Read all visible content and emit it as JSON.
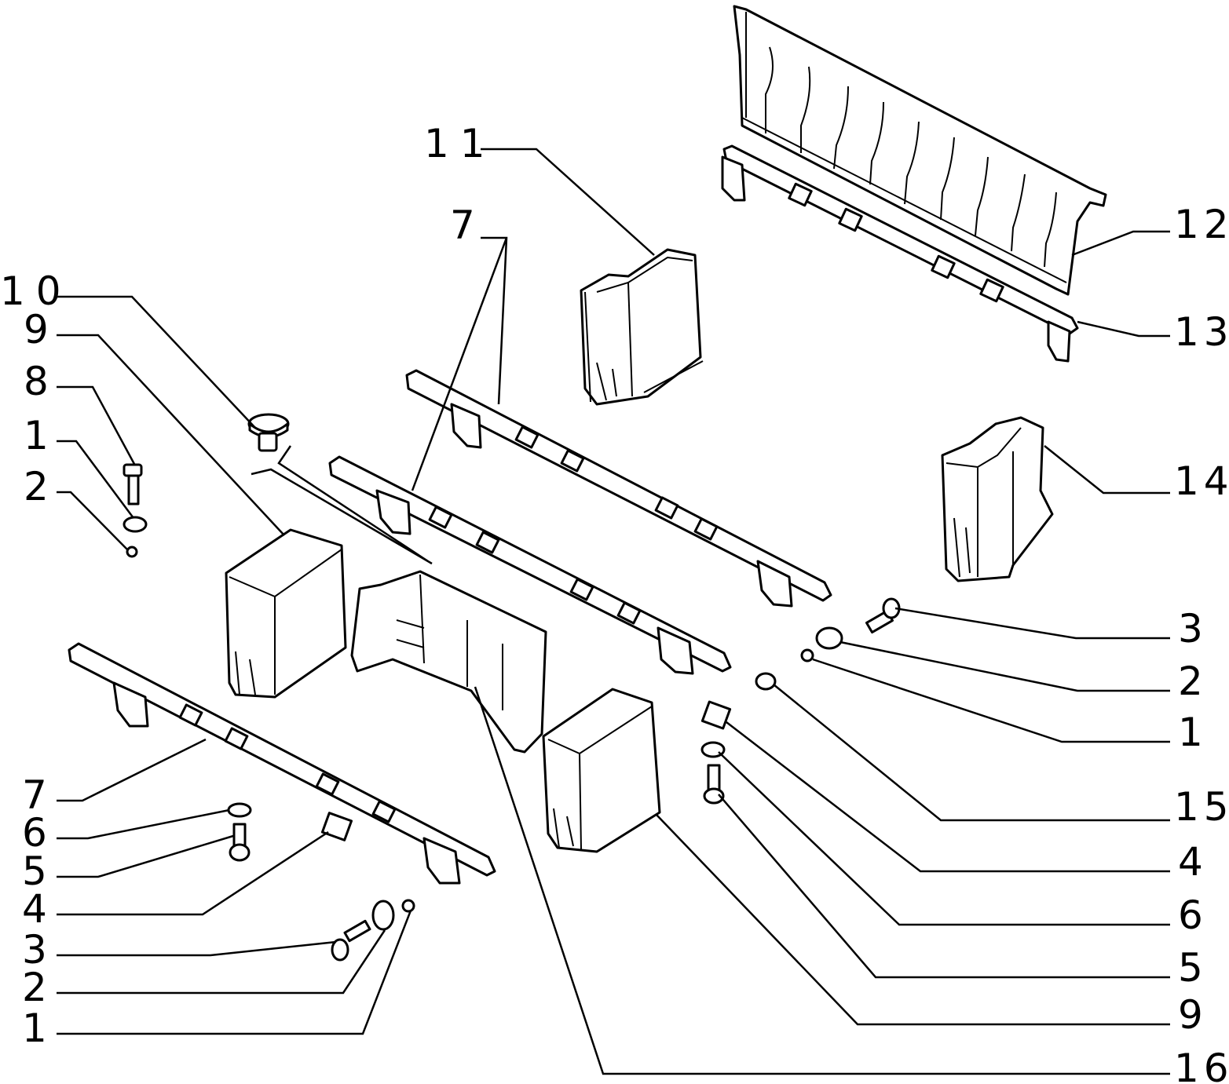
{
  "labels": {
    "l_11": "11",
    "l_7_top": "7",
    "l_10": "10",
    "l_9_left": "9",
    "l_8": "8",
    "l_1_left_top": "1",
    "l_2_left_top": "2",
    "l_7_bottom": "7",
    "l_6_left": "6",
    "l_5_left": "5",
    "l_4_left": "4",
    "l_3_left": "3",
    "l_2_left_bottom": "2",
    "l_1_left_bottom": "1",
    "l_12": "12",
    "l_13": "13",
    "l_14": "14",
    "l_3_right": "3",
    "l_2_right": "2",
    "l_1_right": "1",
    "l_15": "15",
    "l_4_right": "4",
    "l_6_right": "6",
    "l_5_right": "5",
    "l_9_right": "9",
    "l_16": "16"
  }
}
